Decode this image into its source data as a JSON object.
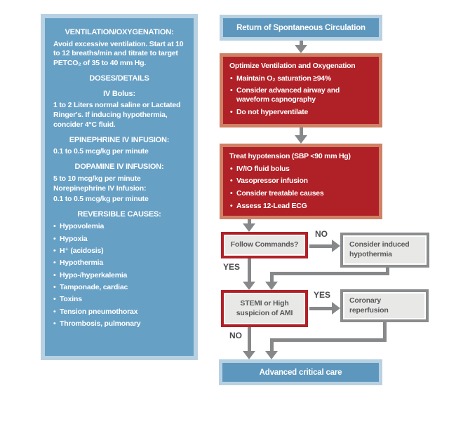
{
  "colors": {
    "panel_blue": "#67a0c5",
    "panel_border_blue": "#b8d1e2",
    "header_blue": "#5e97bd",
    "box_red": "#b02127",
    "box_red_border": "#cf8165",
    "gray_fill": "#e8e8e6",
    "gray_border": "#8a8c8e",
    "arrow_gray": "#86888a",
    "dark_text": "#58595b"
  },
  "sidebar": {
    "lines": [
      {
        "style": "sb-heading",
        "text": "VENTILATION/OXYGENATION:"
      },
      {
        "style": "sb-para",
        "text": "Avoid excessive ventilation. Start at 10 to 12 breaths/min and titrate to target PETCO₂ of 35 to 40 mm Hg."
      },
      {
        "style": "sb-heading",
        "text": "DOSES/DETAILS"
      },
      {
        "style": "sb-heading",
        "text": "IV Bolus:"
      },
      {
        "style": "sb-para",
        "text": "1 to 2 Liters normal saline or Lactated Ringer's. If inducing hypothermia, concider 4°C fluid."
      },
      {
        "style": "sb-heading",
        "text": "EPINEPHRINE IV INFUSION:"
      },
      {
        "style": "sb-para",
        "text": "0.1 to 0.5 mcg/kg per minute"
      },
      {
        "style": "sb-heading",
        "text": "DOPAMINE IV INFUSION:"
      },
      {
        "style": "sb-para",
        "text": "5 to 10 mcg/kg per minute"
      },
      {
        "style": "sb-para",
        "text": "Norepinephrine IV Infusion:"
      },
      {
        "style": "sb-para",
        "text": "0.1 to 0.5 mcg/kg per minute"
      },
      {
        "style": "sb-heading",
        "text": "REVERSIBLE CAUSES:"
      },
      {
        "style": "sb-bullet",
        "text": "Hypovolemia"
      },
      {
        "style": "sb-bullet",
        "text": "Hypoxia"
      },
      {
        "style": "sb-bullet",
        "text": "H⁺ (acidosis)"
      },
      {
        "style": "sb-bullet",
        "text": "Hypothermia"
      },
      {
        "style": "sb-bullet",
        "text": "Hypo-/hyperkalemia"
      },
      {
        "style": "sb-bullet",
        "text": "Tamponade, cardiac"
      },
      {
        "style": "sb-bullet",
        "text": "Toxins"
      },
      {
        "style": "sb-bullet",
        "text": "Tension pneumothorax"
      },
      {
        "style": "sb-bullet",
        "text": "Thrombosis, pulmonary"
      }
    ]
  },
  "flowchart": {
    "rosc_label": "Return of Spontaneous Circulation",
    "optimize": {
      "title": "Optimize Ventilation and Oxygenation",
      "bullets": [
        "Maintain O₂ saturation ≥94%",
        "Consider advanced airway and waveform capnography",
        "Do not hyperventilate"
      ]
    },
    "treat": {
      "title": "Treat hypotension (SBP <90 mm Hg)",
      "bullets": [
        "IV/IO fluid bolus",
        "Vasopressor infusion",
        "Consider treatable causes",
        "Assess 12-Lead ECG"
      ]
    },
    "follow_commands_label": "Follow Commands?",
    "induced_hypothermia_label": "Consider induced hypothermia",
    "stemi_label": "STEMI or High suspicion of AMI",
    "coronary_label": "Coronary reperfusion",
    "advanced_label": "Advanced critical care",
    "no_label_1": "NO",
    "yes_label_1": "YES",
    "yes_label_2": "YES",
    "no_label_2": "NO"
  }
}
